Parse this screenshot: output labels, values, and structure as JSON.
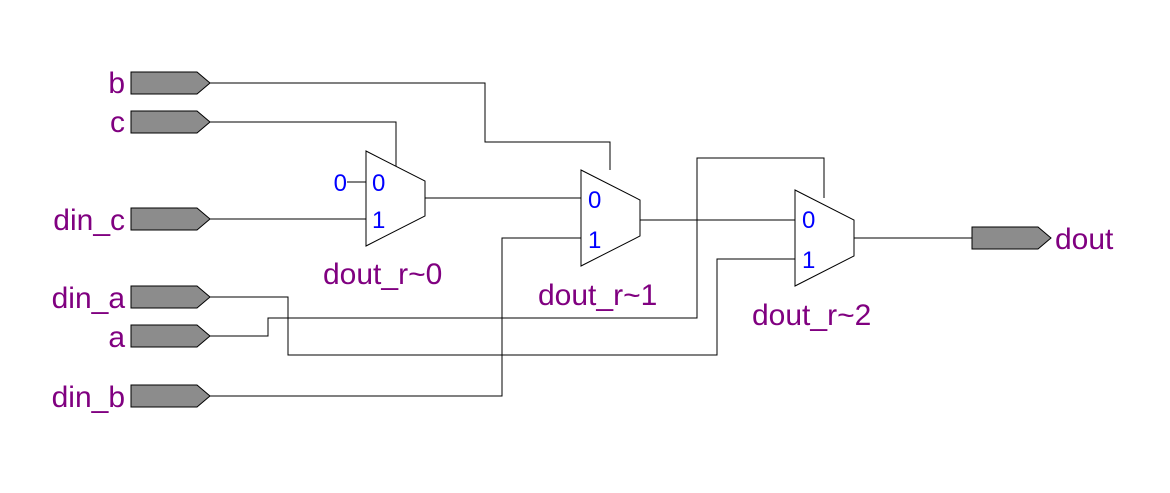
{
  "inputs": {
    "b": "b",
    "c": "c",
    "din_c": "din_c",
    "din_a": "din_a",
    "a": "a",
    "din_b": "din_b"
  },
  "output": {
    "dout": "dout"
  },
  "muxes": {
    "m0": {
      "name": "dout_r~0",
      "in0": "0",
      "in1": "1",
      "const0": "0"
    },
    "m1": {
      "name": "dout_r~1",
      "in0": "0",
      "in1": "1"
    },
    "m2": {
      "name": "dout_r~2",
      "in0": "0",
      "in1": "1"
    }
  },
  "colors": {
    "label": "#800080",
    "selector": "#0000ff",
    "port_fill": "#8c8c8c",
    "wire": "#000000"
  }
}
